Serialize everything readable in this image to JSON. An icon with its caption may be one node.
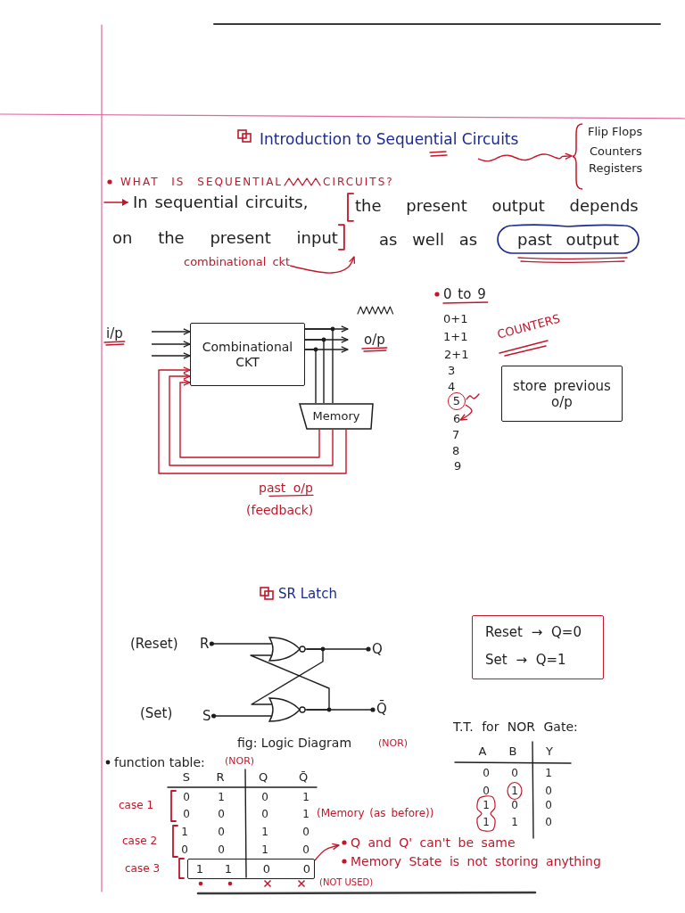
{
  "diagram": {
    "title": "Introduction to Sequential Circuits",
    "nodes": [
      {
        "text": [
          "Flip Flops",
          "Counters",
          "Registers"
        ]
      },
      {
        "text": [
          "past output"
        ]
      },
      {
        "text": [
          "combinational ckt"
        ]
      },
      {
        "text": [
          "Combinational CKT"
        ]
      },
      {
        "text": [
          "Memory"
        ]
      },
      {
        "text": [
          "5"
        ]
      },
      {
        "text": [
          "6"
        ]
      },
      {
        "text": [
          "store previous o/p"
        ]
      },
      {
        "text": [
          "R"
        ],
        "beside": [
          "(Reset)"
        ]
      },
      {
        "text": [],
        "shape": "gate"
      },
      {
        "text": [
          "Q"
        ]
      },
      {
        "text": [
          "Reset → Q=0",
          "Set → Q=1"
        ]
      },
      {
        "text": [
          "S"
        ],
        "beside": [
          "(Set)"
        ]
      },
      {
        "text": [],
        "shape": "gate"
      },
      {
        "text": [
          "Q̄"
        ]
      },
      {
        "text": [
          "1",
          "1",
          "0",
          "0"
        ]
      },
      {
        "text": [
          "Q and Q' can't be same",
          "Memory State is not storing anything"
        ]
      }
    ],
    "edges": [
      {
        "from": null,
        "to": 0,
        "arrow": "to",
        "color": "#c4162a"
      },
      {
        "from": 2,
        "to": null,
        "arrow": "to",
        "color": "#c4162a"
      },
      {
        "from": null,
        "to": 3,
        "arrow": "to"
      },
      {
        "from": null,
        "to": 3,
        "arrow": "to"
      },
      {
        "from": null,
        "to": 3,
        "arrow": "to"
      },
      {
        "from": 3,
        "to": null,
        "arrow": "to"
      },
      {
        "from": 3,
        "to": null,
        "arrow": "to"
      },
      {
        "from": 3,
        "to": null,
        "arrow": "to"
      },
      {
        "from": 3,
        "to": 4,
        "arrow": "none"
      },
      {
        "from": 3,
        "to": 4,
        "arrow": "none"
      },
      {
        "from": 3,
        "to": 4,
        "arrow": "none"
      },
      {
        "from": 4,
        "to": 3,
        "arrow": "to",
        "color": "#c4162a"
      },
      {
        "from": 4,
        "to": 3,
        "arrow": "to",
        "color": "#c4162a"
      },
      {
        "from": 4,
        "to": 3,
        "arrow": "to",
        "color": "#c4162a"
      },
      {
        "from": 5,
        "to": 6,
        "arrow": "to",
        "color": "#c4162a"
      },
      {
        "from": 8,
        "to": 9,
        "arrow": "other"
      },
      {
        "from": 9,
        "to": 10,
        "arrow": "other"
      },
      {
        "from": 12,
        "to": 13,
        "arrow": "other"
      },
      {
        "from": 13,
        "to": 14,
        "arrow": "other"
      },
      {
        "from": 9,
        "to": 13,
        "arrow": "none"
      },
      {
        "from": 13,
        "to": 9,
        "arrow": "none"
      },
      {
        "from": 15,
        "to": 16,
        "arrow": "to",
        "color": "#c4162a"
      }
    ],
    "labels": [
      "WHAT IS SEQUENTIAL",
      "CIRCUITS?",
      "In sequential circuits,",
      "the present output depends",
      "on the present input",
      "as well as",
      "i/p",
      "o/p",
      "past o/p",
      "(feedback)",
      "0 to 9",
      "0+1",
      "1+1",
      "2+1",
      "3",
      "4",
      "COUNTERS",
      "7",
      "8",
      "9",
      "SR Latch",
      "T.T. for NOR Gate:",
      "fig: Logic Diagram",
      "(NOR)",
      "A",
      "B",
      "Y",
      "0",
      "0",
      "1",
      "0",
      "1",
      "0",
      "1",
      "0",
      "0",
      "1",
      "1",
      "0",
      "function table:",
      "(NOR)",
      "S",
      "R",
      "Q",
      "Q̄",
      "case 1",
      "0",
      "1",
      "0",
      "1",
      "0",
      "0",
      "0",
      "1",
      "(Memory (as before))",
      "case 2",
      "1",
      "0",
      "1",
      "0",
      "0",
      "0",
      "1",
      "0",
      "case 3",
      "(NOT USED)"
    ]
  }
}
